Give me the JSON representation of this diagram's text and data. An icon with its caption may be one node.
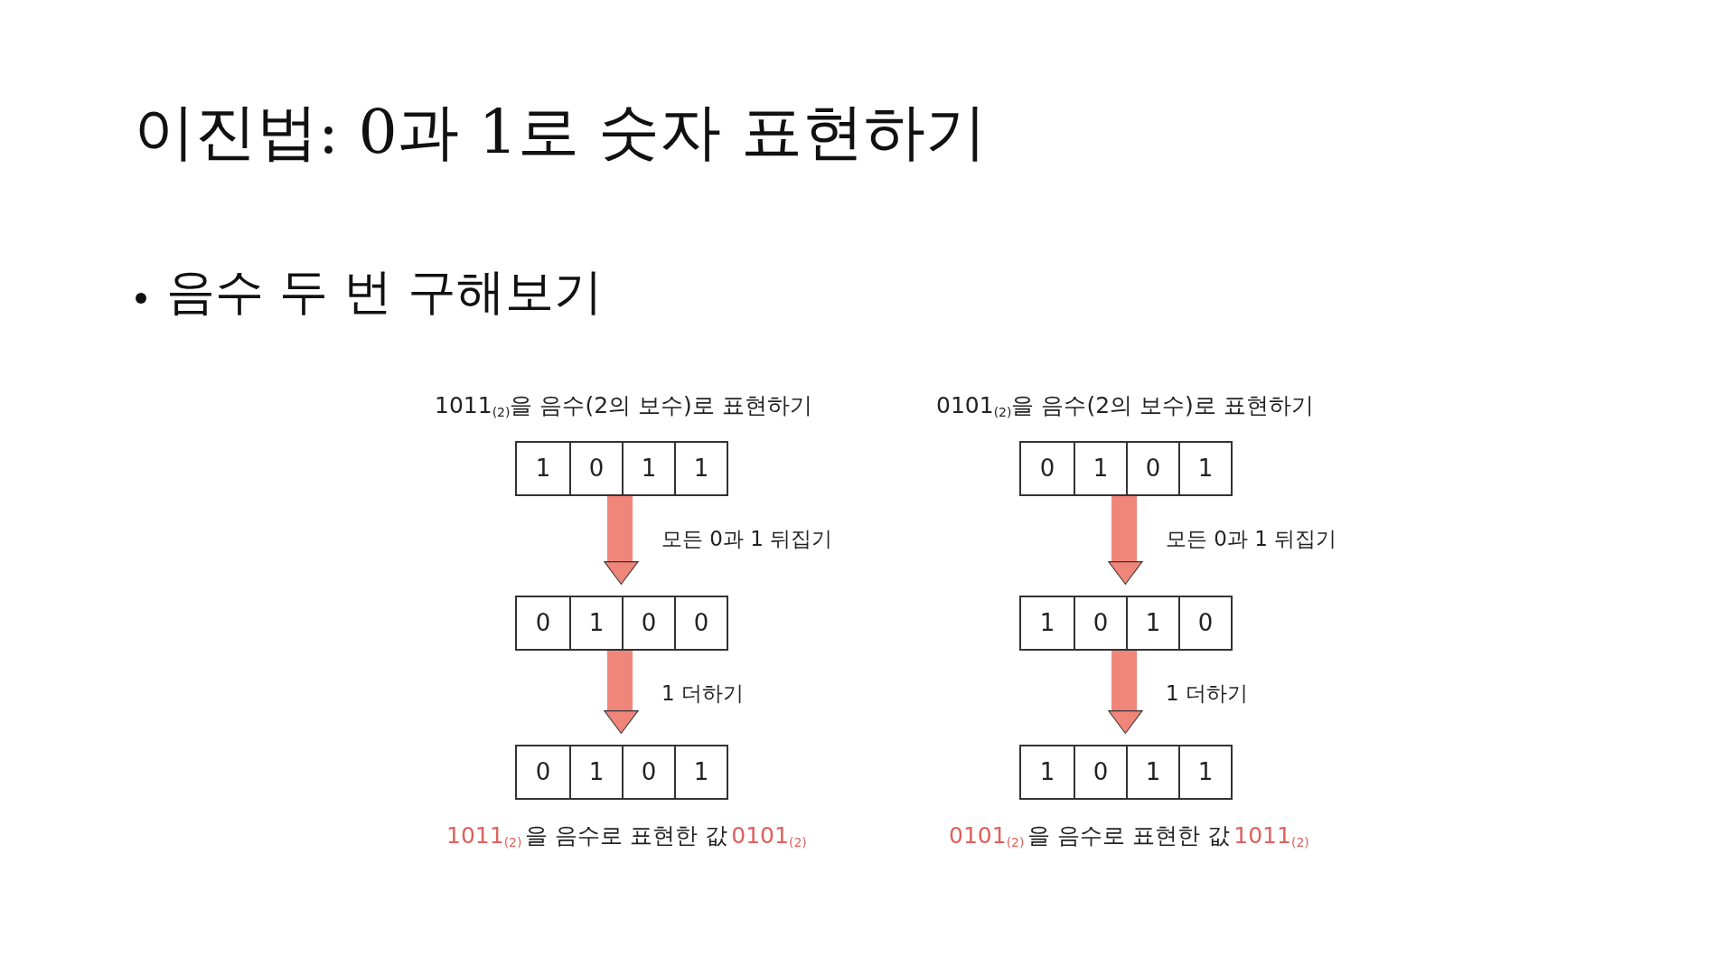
{
  "diagram": {
    "title": "이진법: 0과 1로 숫자 표현하기",
    "nodes": [
      {
        "text": [
          "1",
          "0",
          "1",
          "1"
        ]
      },
      {
        "text": [
          "0",
          "1",
          "0",
          "0"
        ]
      },
      {
        "text": [
          "0",
          "1",
          "0",
          "1"
        ]
      },
      {
        "text": [
          "0",
          "1",
          "0",
          "1"
        ]
      },
      {
        "text": [
          "1",
          "0",
          "1",
          "0"
        ]
      },
      {
        "text": [
          "1",
          "0",
          "1",
          "1"
        ]
      }
    ],
    "edges": [
      {
        "from": 0,
        "to": 1,
        "arrow": "to",
        "label": "모든 0과 1 뒤집기"
      },
      {
        "from": 1,
        "to": 2,
        "arrow": "to",
        "label": "1 더하기"
      },
      {
        "from": 3,
        "to": 4,
        "arrow": "to",
        "label": "모든 0과 1 뒤집기"
      },
      {
        "from": 4,
        "to": 5,
        "arrow": "to",
        "label": "1 더하기"
      }
    ],
    "labels": [
      "음수 두 번 구해보기",
      "1011$_{(2)}$을 음수(2의 보수)로 표현하기",
      "0101$_{(2)}$을 음수(2의 보수)로 표현하기",
      "1011$_{(2)}$",
      "을 음수로 표현한 값",
      "0101$_{(2)}$",
      "0101$_{(2)}$",
      "을 음수로 표현한 값",
      "1011$_{(2)}$"
    ]
  }
}
